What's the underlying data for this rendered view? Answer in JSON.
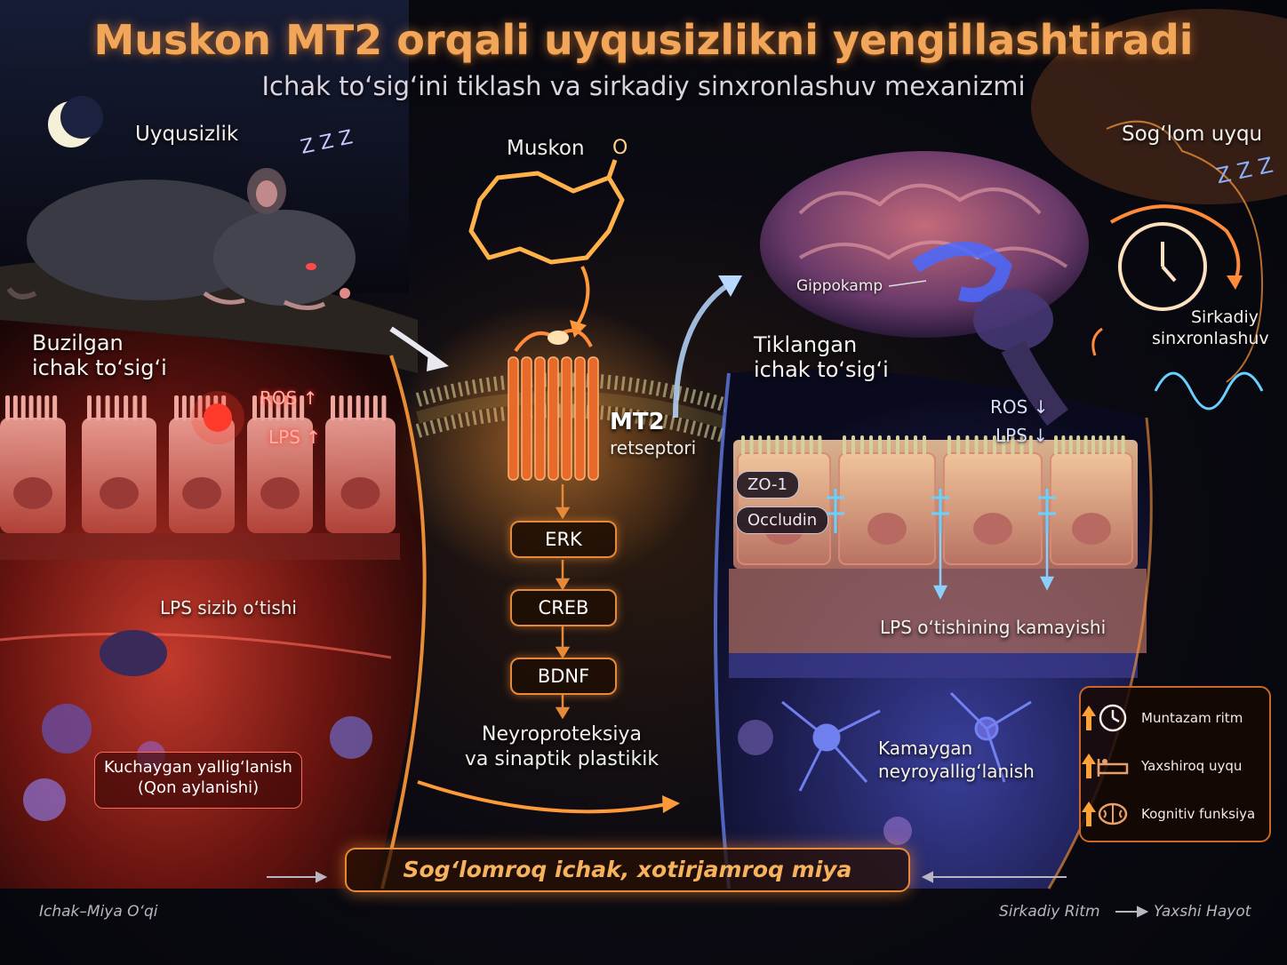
{
  "header": {
    "title": "Muskon MT2 orqali uyqusizlikni yengillashtiradi",
    "subtitle": "Ichak to‘sig‘ini tiklash va sirkadiy sinxronlashuv mexanizmi"
  },
  "left": {
    "insomnia_label": "Uyqusizlik",
    "zzz": "Z Z Z",
    "damaged_barrier": "Buzilgan\nichak to‘sig‘i",
    "ros": "ROS ↑",
    "lps": "LPS ↑",
    "lps_leak": "LPS sizib o‘tishi",
    "inflammation_line1": "Kuchaygan yallig‘lanish",
    "inflammation_line2": "(Qon aylanishi)"
  },
  "center": {
    "muskone": "Muskon",
    "oxygen": "O",
    "receptor_title": "MT2",
    "receptor_sub": "retseptori",
    "pathway": [
      "ERK",
      "CREB",
      "BDNF"
    ],
    "outcome_line1": "Neyroproteksiya",
    "outcome_line2": "va sinaptik plastikik"
  },
  "right": {
    "healthy_sleep": "Sog‘lom uyqu",
    "zzz": "Z Z Z",
    "hippocampus": "Gippokamp",
    "circadian_line1": "Sirkadiy",
    "circadian_line2": "sinxronlashuv",
    "restored_barrier": "Tiklangan\nichak to‘sig‘i",
    "ros": "ROS ↓",
    "lps": "LPS ↓",
    "zo1": "ZO-1",
    "occludin": "Occludin",
    "lps_reduction": "LPS o‘tishining kamayishi",
    "neuro_line1": "Kamaygan",
    "neuro_line2": "neyroyallig‘lanish"
  },
  "benefits": [
    {
      "label": "Muntazam ritm",
      "icon": "clock-icon"
    },
    {
      "label": "Yaxshiroq uyqu",
      "icon": "bed-icon"
    },
    {
      "label": "Kognitiv funksiya",
      "icon": "brain-icon"
    }
  ],
  "banner": "Sog‘lomroq ichak, xotirjamroq miya",
  "footer": {
    "left": "Ichak–Miya O‘qi",
    "right_a": "Sirkadiy Ritm",
    "right_b": "Yaxshi Hayot"
  },
  "colors": {
    "accent": "#f2a65a",
    "inflamed": "#e0302a",
    "healthy": "#5b6fe0",
    "receptor": "#e86a2a"
  }
}
